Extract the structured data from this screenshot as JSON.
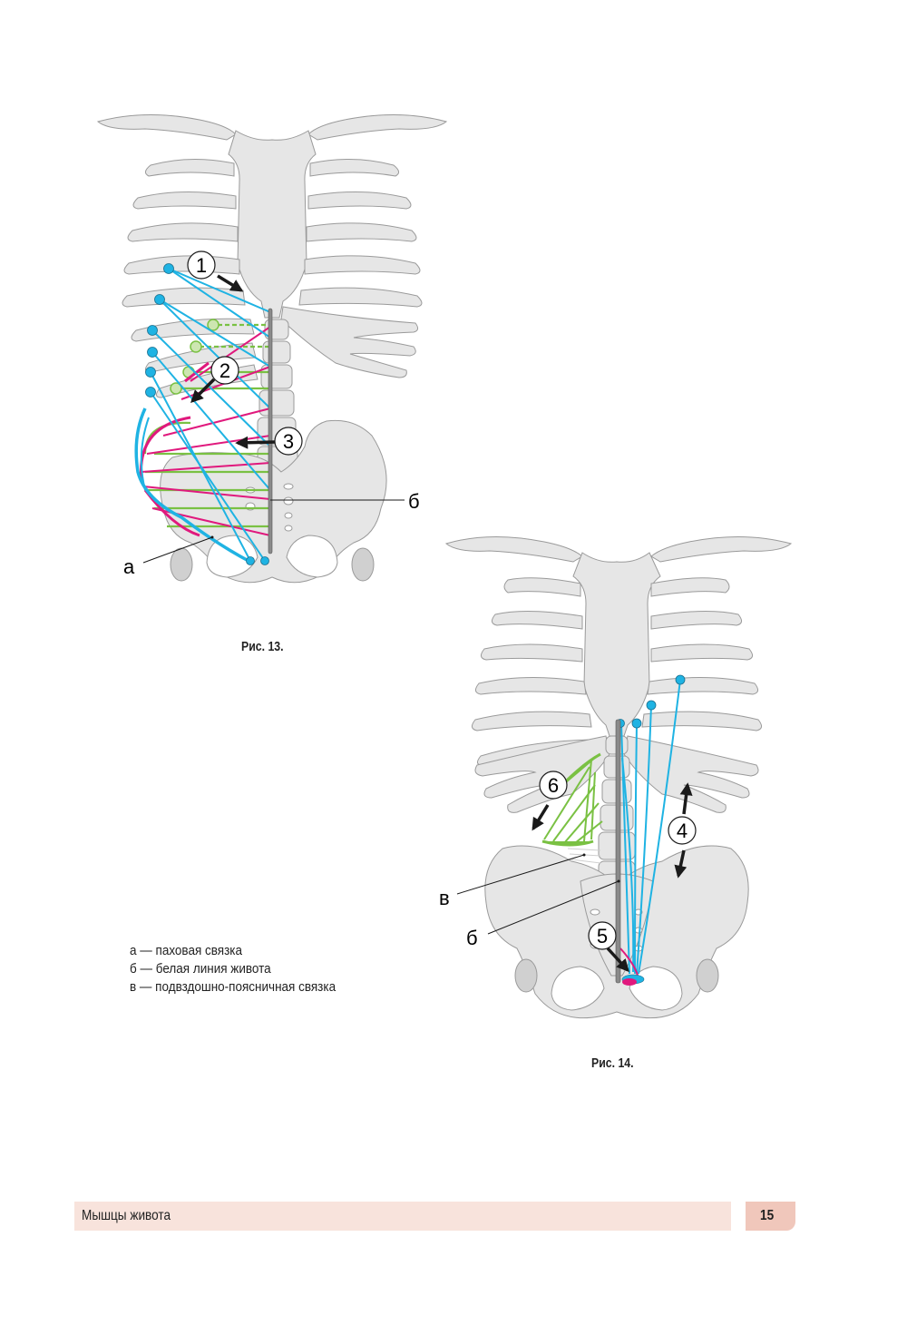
{
  "figures": [
    {
      "id": "fig13",
      "caption": "Рис. 13.",
      "markers": [
        "1",
        "2",
        "3"
      ],
      "labels": {
        "a": "а",
        "b": "б"
      }
    },
    {
      "id": "fig14",
      "caption": "Рис. 14.",
      "markers": [
        "4",
        "5",
        "6"
      ],
      "labels": {
        "b": "б",
        "v": "в"
      }
    }
  ],
  "legend": [
    "а — паховая связка",
    "б — белая линия живота",
    "в — подвздошно-поясничная связка"
  ],
  "footer": {
    "section_title": "Мышцы живота",
    "page_number": "15"
  },
  "colors": {
    "bone": "#e6e6e6",
    "bone_outline": "#9a9a9a",
    "muscle_cyan": "#1fb3e3",
    "muscle_magenta": "#e0197d",
    "muscle_green": "#7ac143",
    "linea_alba": "#8a8a8a",
    "footer_bar": "#f8e3dc",
    "page_box": "#f0c7bb"
  }
}
